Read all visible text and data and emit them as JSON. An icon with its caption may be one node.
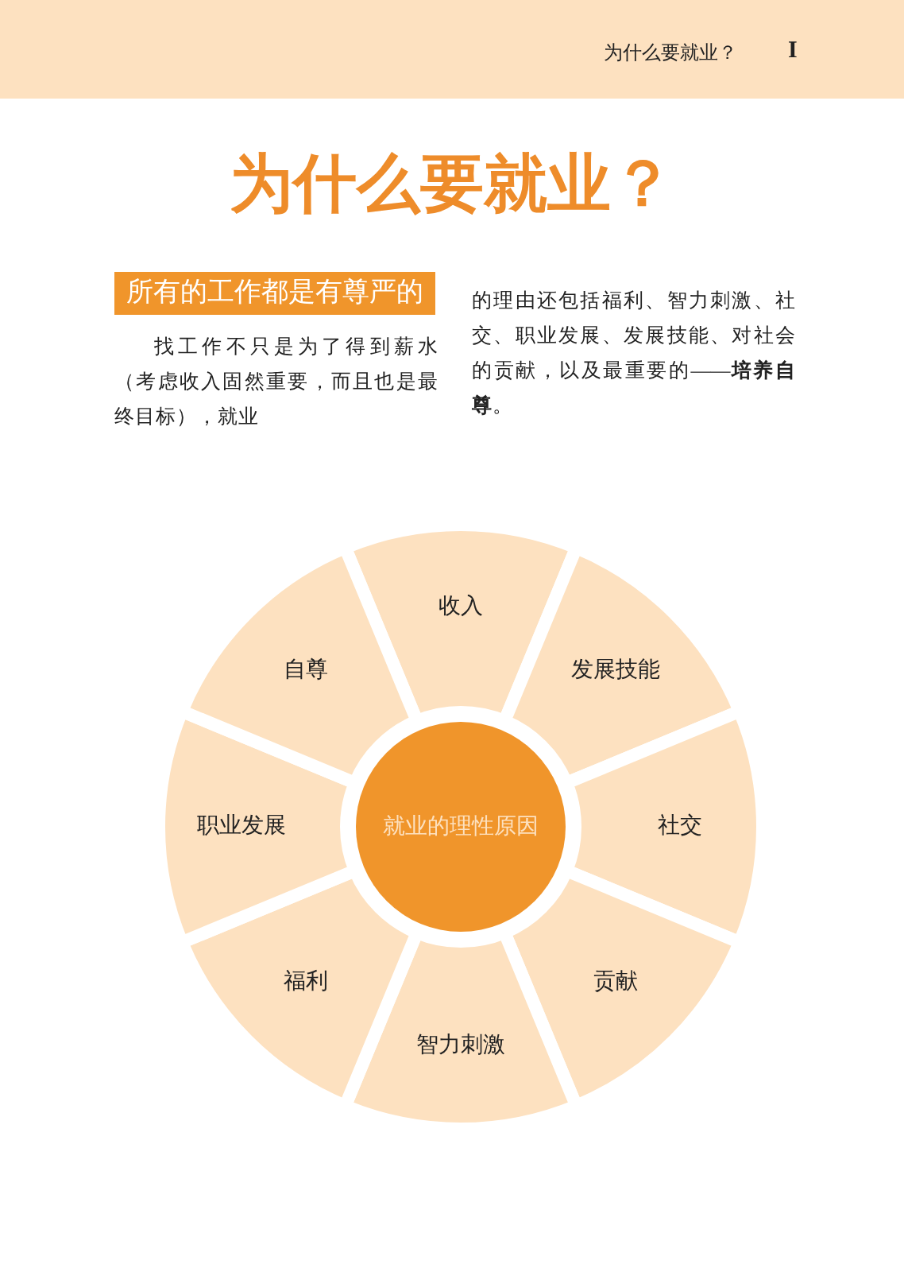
{
  "diagram": {
    "title": "为什么要就业？",
    "nodes": [
      {
        "text": [
          "所有的工作都是有尊严的"
        ]
      },
      {
        "text": [
          "就业的理性原因"
        ]
      },
      {
        "text": [
          "收入"
        ]
      },
      {
        "text": [
          "发展技能"
        ]
      },
      {
        "text": [
          "社交"
        ]
      },
      {
        "text": [
          "贡献"
        ]
      },
      {
        "text": [
          "智力刺激"
        ]
      },
      {
        "text": [
          "福利"
        ]
      },
      {
        "text": [
          "职业发展"
        ]
      },
      {
        "text": [
          "自尊"
        ]
      }
    ],
    "labels": [
      "为什么要就业？",
      "I",
      "找工作不只是为了得到薪水（考虑收入固然重要，而且也是最终目标），就业",
      "的理由还包括福利、智力刺激、社交、职业发展、发展技能、对社会的贡献，以及最重要的——**培养自尊**。"
    ]
  }
}
